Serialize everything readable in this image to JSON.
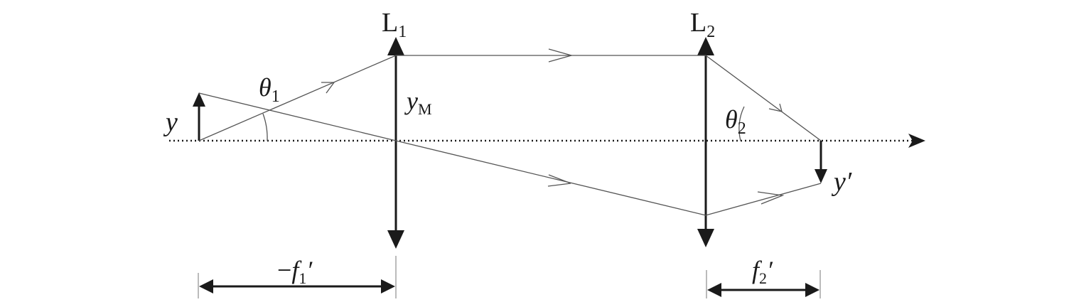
{
  "labels": {
    "lens1": {
      "main": "L",
      "sub": "1"
    },
    "lens2": {
      "main": "L",
      "sub": "2"
    },
    "theta1": {
      "main": "θ",
      "sub": "1"
    },
    "theta2": {
      "main": "θ",
      "sub": "2"
    },
    "object": "y",
    "image": "y′",
    "marginal_height": {
      "main": "y",
      "sub": "M"
    },
    "focal1": {
      "prefix": "−",
      "main": "f",
      "sub": "1",
      "prime": "′"
    },
    "focal2": {
      "main": "f",
      "sub": "2",
      "prime": "′"
    }
  },
  "colors": {
    "ink": "#1a1a1a",
    "ray": "#555555"
  }
}
